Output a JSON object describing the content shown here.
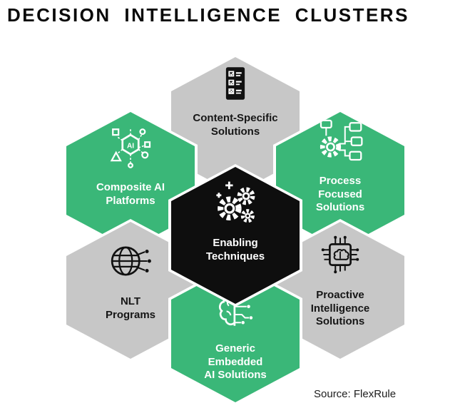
{
  "title": "DECISION INTELLIGENCE CLUSTERS",
  "source": "Source: FlexRule",
  "colors": {
    "green": "#3ab778",
    "gray": "#c7c7c7",
    "black": "#0e0e0e"
  },
  "icons": {
    "composite_ai_text": "AI"
  },
  "hexagons": {
    "content_specific": {
      "label": "Content-Specific\nSolutions",
      "color": "gray",
      "icon": "checklist-icon"
    },
    "composite_ai": {
      "label": "Composite AI\nPlatforms",
      "color": "green",
      "icon": "composite-ai-icon"
    },
    "process_focused": {
      "label": "Process\nFocused\nSolutions",
      "color": "green",
      "icon": "process-gear-icon"
    },
    "enabling": {
      "label": "Enabling\nTechniques",
      "color": "black",
      "icon": "gears-icon"
    },
    "nlt": {
      "label": "NLT\nPrograms",
      "color": "gray",
      "icon": "globe-network-icon"
    },
    "proactive": {
      "label": "Proactive\nIntelligence\nSolutions",
      "color": "gray",
      "icon": "chip-brain-icon"
    },
    "generic_embedded": {
      "label": "Generic\nEmbedded\nAI Solutions",
      "color": "green",
      "icon": "brain-circuit-icon"
    }
  }
}
